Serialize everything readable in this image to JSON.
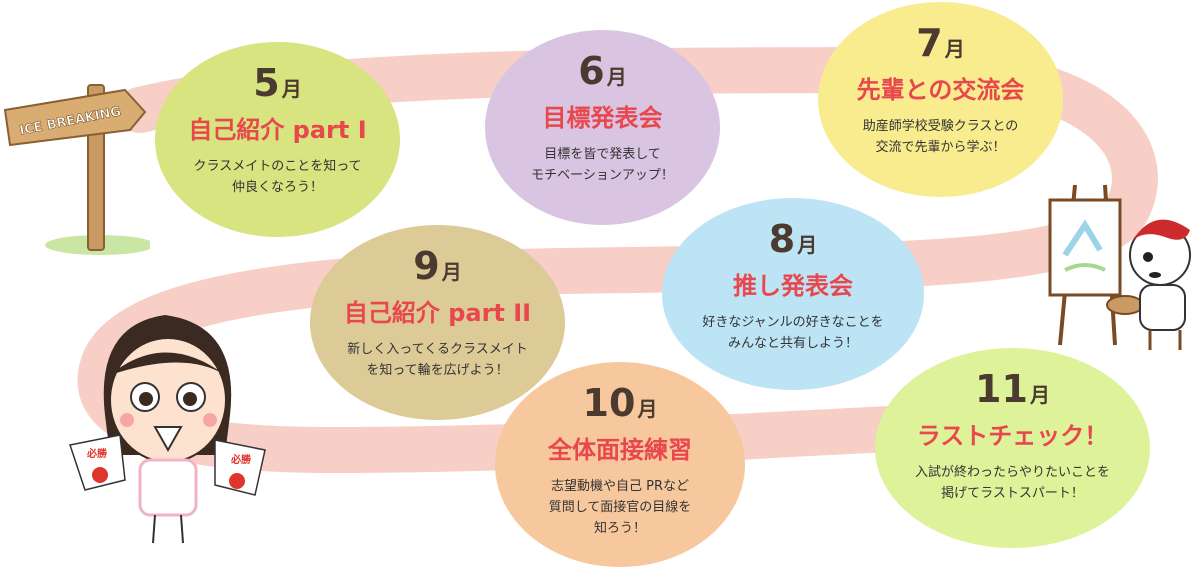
{
  "sign": {
    "text": "ICE BREAKING"
  },
  "events": [
    {
      "month_num": "5",
      "month_unit": "月",
      "title": "自己紹介 part I",
      "desc": "クラスメイトのことを知って\n仲良くなろう！",
      "color": "#d7e47f"
    },
    {
      "month_num": "6",
      "month_unit": "月",
      "title": "目標発表会",
      "desc": "目標を皆で発表して\nモチベーションアップ！",
      "color": "#d9c5e1"
    },
    {
      "month_num": "7",
      "month_unit": "月",
      "title": "先輩との交流会",
      "desc": "助産師学校受験クラスとの\n交流で先輩から学ぶ！",
      "color": "#f8ec8f"
    },
    {
      "month_num": "8",
      "month_unit": "月",
      "title": "推し発表会",
      "desc": "好きなジャンルの好きなことを\nみんなと共有しよう！",
      "color": "#bde4f5"
    },
    {
      "month_num": "9",
      "month_unit": "月",
      "title": "自己紹介 part II",
      "desc": "新しく入ってくるクラスメイト\nを知って輪を広げよう！",
      "color": "#dccb97"
    },
    {
      "month_num": "10",
      "month_unit": "月",
      "title": "全体面接練習",
      "desc": "志望動機や自己 PRなど\n質問して面接官の目線を\n知ろう！",
      "color": "#f7c89d"
    },
    {
      "month_num": "11",
      "month_unit": "月",
      "title": "ラストチェック！",
      "desc": "入試が終わったらやりたいことを\n掲げてラストスパート！",
      "color": "#def29a"
    }
  ],
  "fan_text": "必勝"
}
